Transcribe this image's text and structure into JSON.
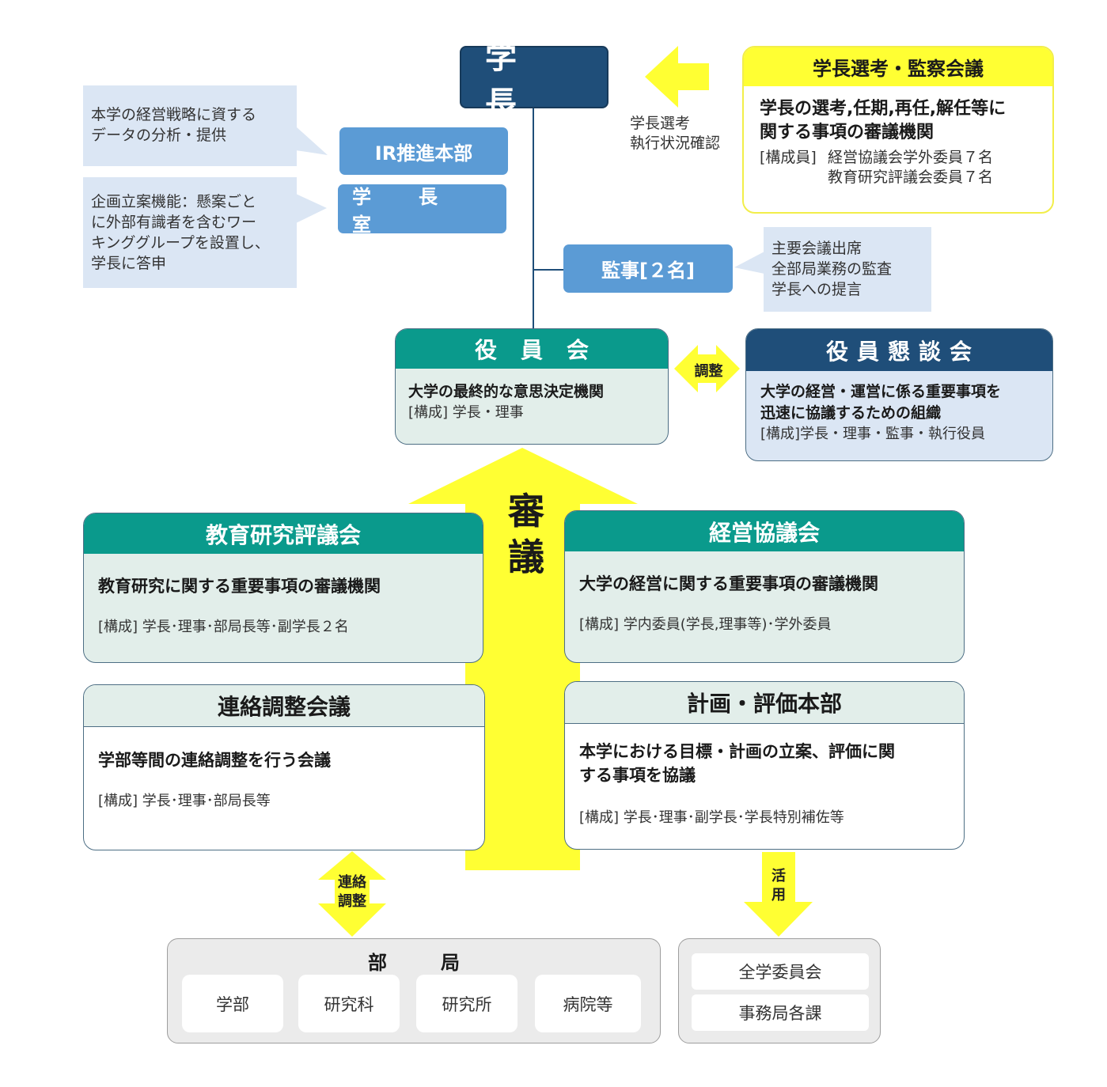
{
  "president": "学　長",
  "ir_callout": [
    "本学の経営戦略に資する",
    "データの分析・提供"
  ],
  "office_callout": [
    "企画立案機能：懸案ごと",
    "に外部有識者を含むワー",
    "キンググループを設置し、",
    "学長に答申"
  ],
  "ir_unit": "IR推進本部",
  "presidents_office": "学　長　室",
  "auditor": "監事[２名]",
  "auditor_callout": [
    "主要会議出席",
    "全部局業務の監査",
    "学長への提言"
  ],
  "selection_arrow_label": [
    "学長選考",
    "執行状況確認"
  ],
  "selection_council": {
    "title": "学長選考・監察会議",
    "desc": [
      "学長の選考,任期,再任,解任等に",
      "関する事項の審議機関"
    ],
    "members_label": "[構成員]",
    "members": [
      "経営協議会学外委員７名",
      "教育研究評議会委員７名"
    ]
  },
  "board": {
    "title": "役員会",
    "desc": "大学の最終的な意思決定機関",
    "members": "[構成] 学長・理事"
  },
  "adjust_label": "調整",
  "exec_meeting": {
    "title": "役員懇談会",
    "desc": [
      "大学の経営・運営に係る重要事項を",
      "迅速に協議するための組織"
    ],
    "members": "[構成]学長・理事・監事・執行役員"
  },
  "review_label": [
    "審",
    "議"
  ],
  "edu_council": {
    "title": "教育研究評議会",
    "desc": "教育研究に関する重要事項の審議機関",
    "members": "[構成] 学長･理事･部局長等･副学長２名"
  },
  "mgmt_council": {
    "title": "経営協議会",
    "desc": "大学の経営に関する重要事項の審議機関",
    "members": "[構成]  学内委員(学長,理事等)･学外委員"
  },
  "liaison_meeting": {
    "title": "連絡調整会議",
    "desc": "学部等間の連絡調整を行う会議",
    "members": "[構成] 学長･理事･部局長等"
  },
  "planning_hq": {
    "title": "計画・評価本部",
    "desc": [
      "本学における目標・計画の立案、評価に関",
      "する事項を協議"
    ],
    "members": "[構成] 学長･理事･副学長･学長特別補佐等"
  },
  "liaison_arrow_label": [
    "連絡",
    "調整"
  ],
  "use_arrow_label": [
    "活",
    "用"
  ],
  "departments": {
    "title": "部　局",
    "items": [
      "学部",
      "研究科",
      "研究所",
      "病院等"
    ]
  },
  "university_units": [
    "全学委員会",
    "事務局各課"
  ],
  "colors": {
    "navy": "#1f4e79",
    "teal": "#0a9a8c",
    "light_blue": "#5b9bd5",
    "callout_bg": "#dbe6f4",
    "arrow_yellow": "#ffff33"
  }
}
